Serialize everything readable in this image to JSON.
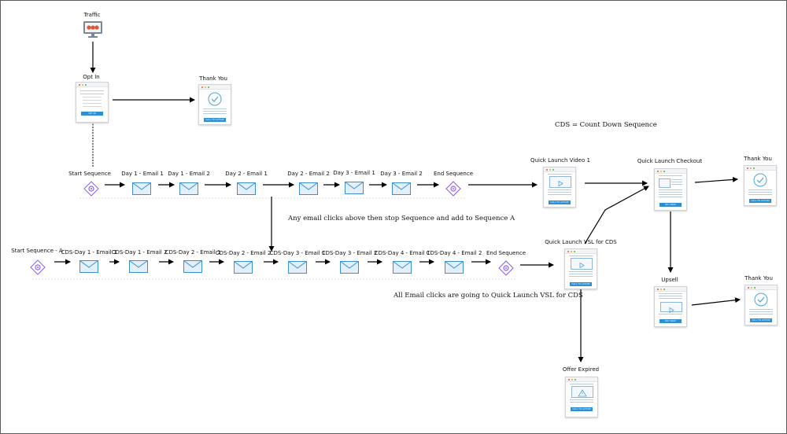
{
  "labels": {
    "traffic": "Traffic",
    "opt_in": "Opt In",
    "thank_you_1": "Thank You",
    "cds_note": "CDS = Count Down Sequence",
    "start_sequence": "Start Sequence",
    "day1_email1": "Day 1 - Email 1",
    "day1_email2": "Day 1 - Email 2",
    "day2_email1": "Day 2 - Email 1",
    "day2_email2": "Day 2 - Email 2",
    "day3_email1": "Day 3 - Email 1",
    "day3_email2": "Day 3 - Email 2",
    "end_sequence": "End Sequence",
    "ql_video": "Quick Launch Video 1",
    "ql_checkout": "Quick Launch Checkout",
    "thank_you_2": "Thank You",
    "any_clicks_note": "Any email clicks above then stop Sequence and add to Sequence A",
    "ql_vsl": "Quick Launch VSL for CDS",
    "start_sequence_a": "Start Sequence - A",
    "cds_d1e1": "CDS-Day 1 - Email 1",
    "cds_d1e2": "CDS-Day 1 - Email 2",
    "cds_d2e1": "CDS-Day 2 - Email 1",
    "cds_d2e2": "CDS-Day 2 - Email 2",
    "cds_d3e1": "CDS-Day 3 - Email 1",
    "cds_d3e2": "CDS-Day 3 - Email 2",
    "cds_d4e1": "CDS-Day 4 - Email 1",
    "cds_d4e2": "CDS-Day 4 - Email 2",
    "end_sequence_2": "End Sequence",
    "upsell": "Upsell",
    "thank_you_3": "Thank You",
    "all_clicks_note": "All Email clicks are going to Quick Launch VSL for CDS",
    "offer_expired": "Offer Expired"
  },
  "buttons": {
    "opt_in": "OPT IN",
    "call_to_action": "CALL TO ACTION",
    "buy_now": "BUY NOW"
  },
  "colors": {
    "email": "#3a8fd6",
    "sequence": "#8b5cf6",
    "button": "#2d8fd5",
    "traffic": "#e0583b",
    "arrow": "#000000"
  },
  "icons": {
    "email": "envelope-icon",
    "sequence": "gear-icon",
    "traffic": "monitor-icon",
    "check": "check-circle-icon",
    "video": "play-icon",
    "warning": "warning-icon"
  }
}
